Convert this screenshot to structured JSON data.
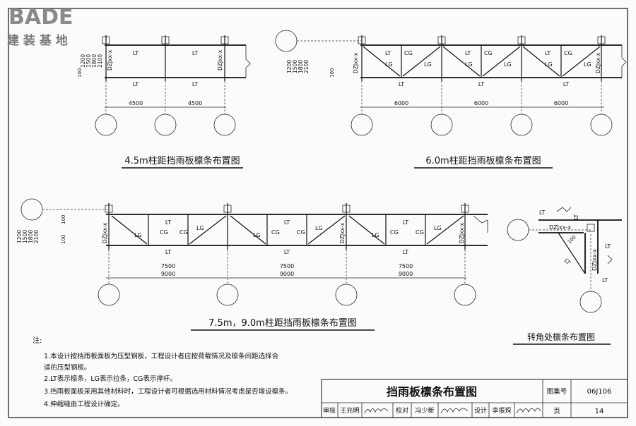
{
  "logo": {
    "brand": "BADE",
    "subtitle": "建 装 基 地"
  },
  "labels": {
    "purlin": "LT",
    "tie": "LG",
    "strut": "CG",
    "column": "DZJxx-x",
    "offset": "100",
    "heights": [
      "1200",
      "1500",
      "1800",
      "2100"
    ]
  },
  "diagrams": {
    "d45": {
      "title": "4.5m柱距挡雨板檩条布置图",
      "spans": [
        "4500",
        "4500"
      ]
    },
    "d60": {
      "title": "6.0m柱距挡雨板檩条布置图",
      "spans": [
        "6000",
        "6000",
        "6000"
      ]
    },
    "d75": {
      "title": "7.5m，9.0m柱距挡雨板檩条布置图",
      "spans_top": [
        "7500",
        "7500",
        "7500"
      ],
      "spans_bottom": [
        "9000",
        "9000",
        "9000"
      ]
    },
    "corner": {
      "title": "转角处檩条布置图"
    }
  },
  "notes": {
    "heading": "注:",
    "items": [
      "1.本设计按挡雨板面板为压型钢板，工程设计者应按荷载情况及檩条间距选择合",
      "   适的压型钢板。",
      "2.LT表示檩条，LG表示拉条，CG表示撑杆。",
      "3.挡雨板面板采用其他材料时，工程设计者可根据选用材料情况考虑是否增设檩条。",
      "4.伸缩缝由工程设计确定。"
    ]
  },
  "title_block": {
    "drawing_title": "挡雨板檩条布置图",
    "atlas_label": "图集号",
    "atlas_no": "06J106",
    "page_label": "页",
    "page_no": "14",
    "reviewer_label": "审核",
    "reviewer": "王兆明",
    "checker_label": "校对",
    "checker": "冯少新",
    "designer_label": "设计",
    "designer": "李振琛"
  }
}
